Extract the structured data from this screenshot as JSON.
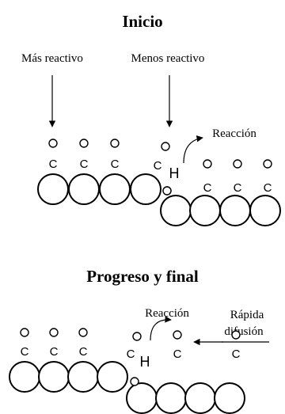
{
  "top_panel": {
    "title": "Inicio",
    "label_left": "Más reactivo",
    "label_right": "Menos reactivo",
    "label_reaction": "Reacción",
    "atom_c": "C",
    "atom_h": "H"
  },
  "bottom_panel": {
    "title": "Progreso y final",
    "label_reaction": "Reacción",
    "label_diffusion_line1": "Rápida",
    "label_diffusion_line2": "difusión",
    "atom_c": "C",
    "atom_h": "H"
  }
}
